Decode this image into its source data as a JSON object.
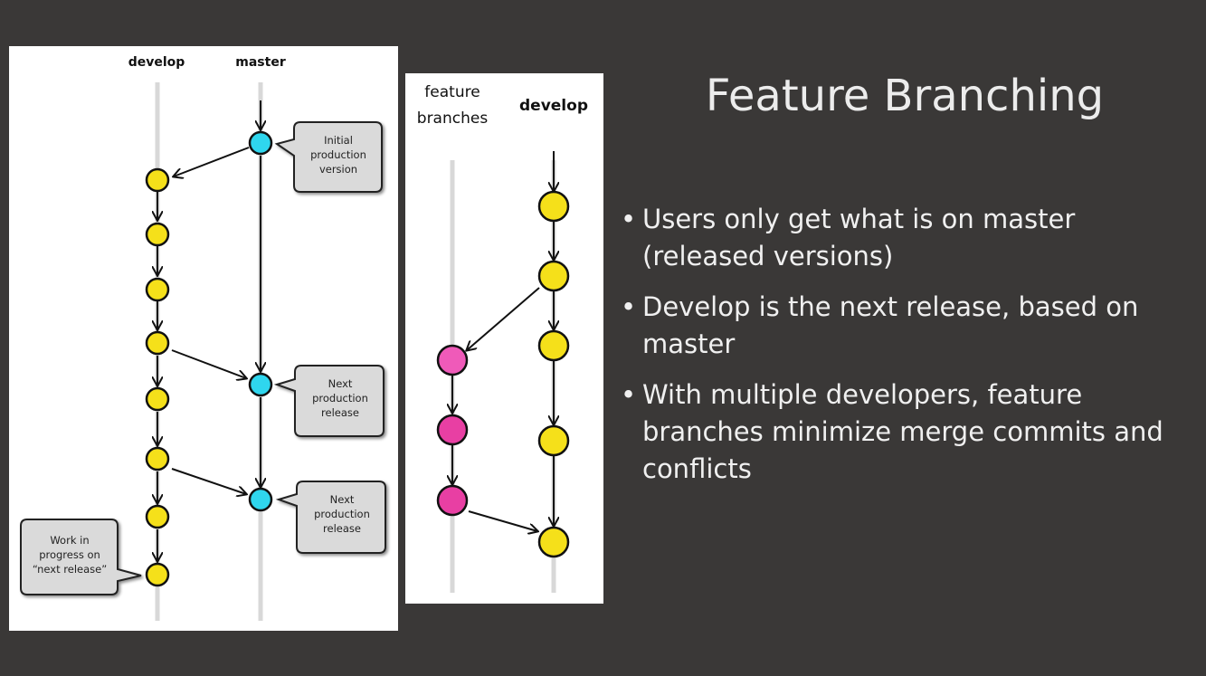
{
  "title": "Feature Branching",
  "bullets": [
    "Users only get what is on master (released versions)",
    "Develop is the next release, based on master",
    "With multiple developers, feature branches minimize merge commits and conflicts"
  ],
  "left_diagram": {
    "lanes": {
      "develop": "develop",
      "master": "master"
    },
    "callouts": {
      "initial": [
        "Initial",
        "production",
        "version"
      ],
      "next1": [
        "Next",
        "production",
        "release"
      ],
      "next2": [
        "Next",
        "production",
        "release"
      ],
      "wip": [
        "Work in",
        "progress on",
        "“next release”"
      ]
    }
  },
  "right_diagram": {
    "lanes": {
      "feature": [
        "feature",
        "branches"
      ],
      "develop": "develop"
    }
  },
  "colors": {
    "background": "#3a3837",
    "develop_commit": "#f5e01a",
    "master_commit": "#2fd6ee",
    "feature_commit": "#ef5ab9",
    "feature_commit_alt": "#e83fa3"
  }
}
